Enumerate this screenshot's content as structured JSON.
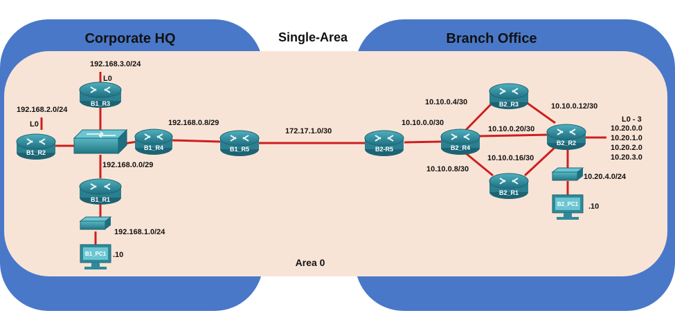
{
  "titles": {
    "left_area": "Corporate HQ",
    "center": "Single-Area",
    "right_area": "Branch Office",
    "area0": "Area 0"
  },
  "colors": {
    "area_blue": "#4a78c8",
    "area_fill": "#f8e4d6",
    "link_red": "#cc1f1f",
    "device_teal": "#2e8a9a"
  },
  "routers": {
    "b1_r1": "B1_R1",
    "b1_r2": "B1_R2",
    "b1_r3": "B1_R3",
    "b1_r4": "B1_R4",
    "b1_r5": "B1_R5",
    "b2_r5": "B2-R5",
    "b2_r4": "B2_R4",
    "b2_r3": "B2_R3",
    "b2_r2": "B2_R2",
    "b2_r1": "B2_R1"
  },
  "pcs": {
    "b1_pc1": "B1_PC1",
    "b2_pc1": "B2_PC1"
  },
  "loopbacks": {
    "b1_r3_lo": "L0",
    "b1_r2_lo": "L0",
    "b2_r2_lo": "L0 - 3"
  },
  "networks": {
    "n_192_168_3": "192.168.3.0/24",
    "n_192_168_2": "192.168.2.0/24",
    "n_192_168_0_8": "192.168.0.8/29",
    "n_192_168_0_0": "192.168.0.0/29",
    "n_192_168_1": "192.168.1.0/24",
    "n_172_17_1": "172.17.1.0/30",
    "n_10_10_0_0": "10.10.0.0/30",
    "n_10_10_0_4": "10.10.0.4/30",
    "n_10_10_0_8": "10.10.0.8/30",
    "n_10_10_0_12": "10.10.0.12/30",
    "n_10_10_0_16": "10.10.0.16/30",
    "n_10_10_0_20": "10.10.0.20/30",
    "n_10_20_4": "10.20.4.0/24",
    "lo_net_0": "10.20.0.0",
    "lo_net_1": "10.20.1.0",
    "lo_net_2": "10.20.2.0",
    "lo_net_3": "10.20.3.0"
  },
  "hosts": {
    "b1_pc1_host": ".10",
    "b2_pc1_host": ".10"
  }
}
